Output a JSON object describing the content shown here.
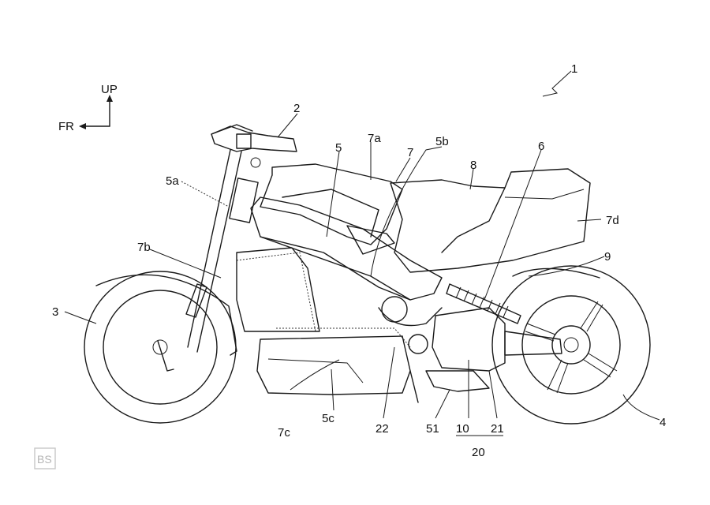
{
  "orientation": {
    "up": "UP",
    "front": "FR"
  },
  "labels": {
    "n1": "1",
    "n2": "2",
    "n3": "3",
    "n4": "4",
    "n5": "5",
    "n5a": "5a",
    "n5b": "5b",
    "n5c": "5c",
    "n6": "6",
    "n7": "7",
    "n7a": "7a",
    "n7b": "7b",
    "n7c": "7c",
    "n7d": "7d",
    "n8": "8",
    "n9": "9",
    "n10": "10",
    "n20": "20",
    "n21": "21",
    "n22": "22",
    "n51": "51"
  },
  "watermark": "BS"
}
